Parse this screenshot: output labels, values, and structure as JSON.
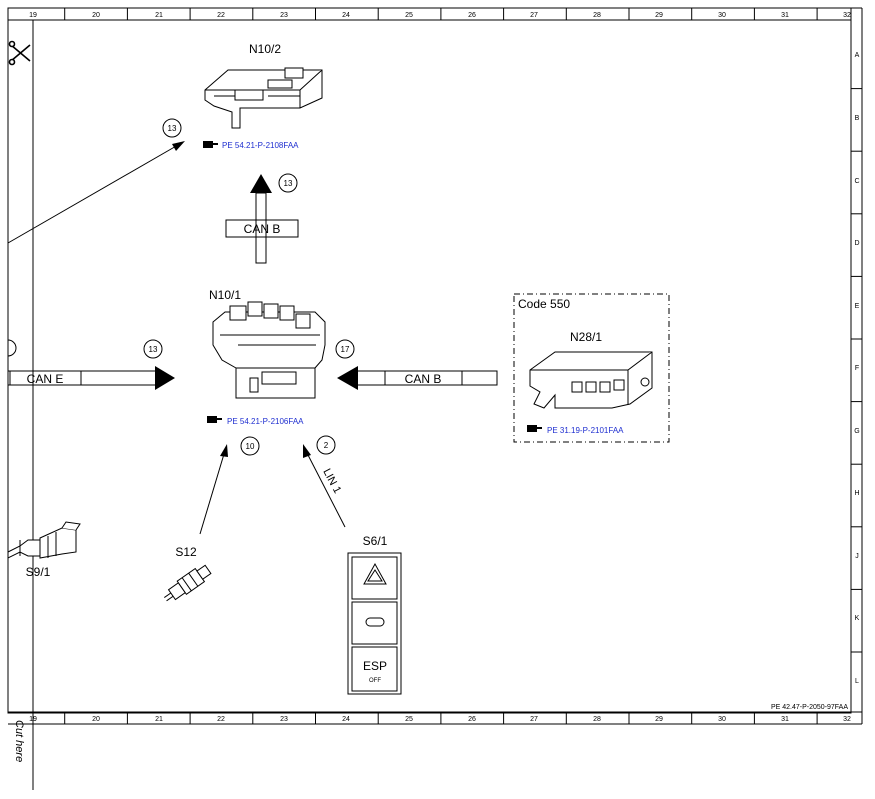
{
  "grid": {
    "columns": [
      "19",
      "20",
      "21",
      "22",
      "23",
      "24",
      "25",
      "26",
      "27",
      "28",
      "29",
      "30",
      "31",
      "32"
    ],
    "rows": [
      "A",
      "B",
      "C",
      "D",
      "E",
      "F",
      "G",
      "H",
      "J",
      "K",
      "L"
    ]
  },
  "doc_number": "PE 42.47-P-2050-97FAA",
  "cut_here": "Cut here",
  "components": {
    "n10_2": {
      "label": "N10/2",
      "ref": "PE 54.21-P-2108FAA"
    },
    "n10_1": {
      "label": "N10/1",
      "ref": "PE 54.21-P-2106FAA"
    },
    "n28_1": {
      "label": "N28/1",
      "ref": "PE 31.19-P-2101FAA",
      "code_box": "Code 550"
    },
    "s12": {
      "label": "S12"
    },
    "s6_1": {
      "label": "S6/1",
      "esp_label": "ESP",
      "off_label": "OFF"
    },
    "s9_1": {
      "label": "S9/1"
    }
  },
  "buses": {
    "can_b_vertical": "CAN B",
    "can_e": "CAN E",
    "can_b_horizontal": "CAN B",
    "lin": "LIN 1"
  },
  "circled_numbers": {
    "diag_to_n10_2": "13",
    "can_b_up": "13",
    "can_e": "13",
    "can_b_n28": "17",
    "s12": "10",
    "lin": "2"
  }
}
